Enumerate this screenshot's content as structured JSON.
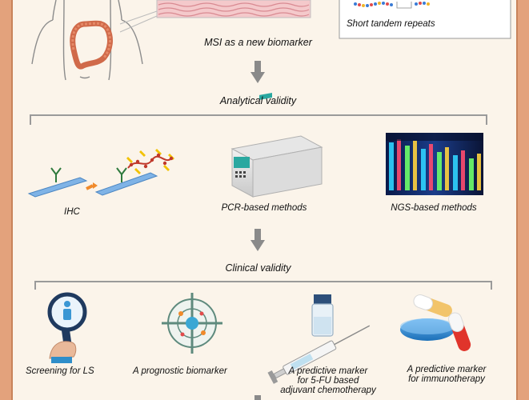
{
  "top": {
    "msi_label": "MSI as a new biomarker",
    "str_label": "Short tandem repeats"
  },
  "stages": {
    "analytical": "Analytical validity",
    "clinical": "Clinical validity"
  },
  "methods": [
    {
      "label": "IHC"
    },
    {
      "label": "PCR-based methods"
    },
    {
      "label": "NGS-based methods"
    }
  ],
  "uses": [
    {
      "lines": [
        "Screening for LS"
      ]
    },
    {
      "lines": [
        "A prognostic biomarker"
      ]
    },
    {
      "lines": [
        "A predictive marker",
        "for 5-FU based",
        "adjuvant chemotherapy"
      ]
    },
    {
      "lines": [
        "A predictive marker",
        "for immunotherapy"
      ]
    }
  ],
  "colors": {
    "frame": "#e3a27c",
    "arrow": "#8a8a8a",
    "bracket": "#9a9a9a",
    "tissue": "#e9a3a8"
  }
}
